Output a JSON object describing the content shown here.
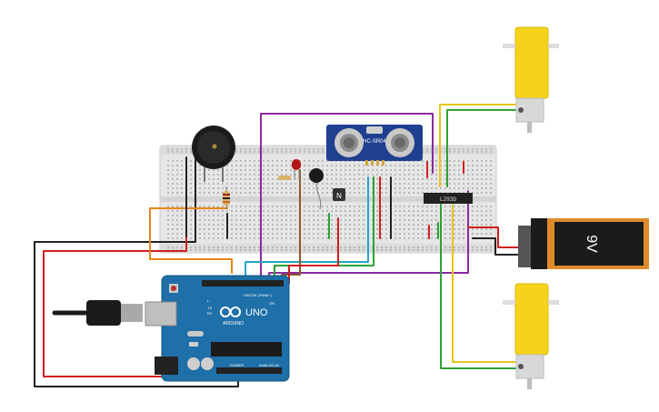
{
  "arduino": {
    "brand": "UNO",
    "logo_text": "ARDUINO",
    "digital_header": "DIGITAL (PWM~)",
    "power_header": "POWER",
    "analog_header": "ANALOG IN",
    "tx_label": "TX",
    "rx_label": "RX",
    "l_label": "L",
    "on_label": "ON"
  },
  "ultrasonic": {
    "model": "HC-SR04"
  },
  "motor_driver": {
    "part": "L293D"
  },
  "battery": {
    "voltage": "9V"
  },
  "transistor": {
    "type": "N"
  },
  "colors": {
    "arduino_board": "#1f6fa8",
    "breadboard": "#e6e6e6",
    "motor_body": "#f6d21c",
    "battery_top": "#1b1b1b",
    "battery_body": "#e08a2e",
    "wire_red": "#d21f1f",
    "wire_black": "#222222",
    "wire_purple": "#8a2a9c",
    "wire_orange": "#e8861a",
    "wire_green": "#2ea236",
    "wire_yellow": "#e6c51c",
    "wire_cyan": "#25a6c4",
    "wire_brown": "#8b5a2b"
  },
  "components": [
    "piezo-buzzer",
    "resistor",
    "led-red",
    "photoresistor",
    "npn-transistor",
    "ultrasonic-sensor",
    "l293d-driver",
    "dc-motor-top",
    "dc-motor-bottom",
    "battery-9v",
    "usb-cable",
    "arduino-uno",
    "breadboard"
  ]
}
